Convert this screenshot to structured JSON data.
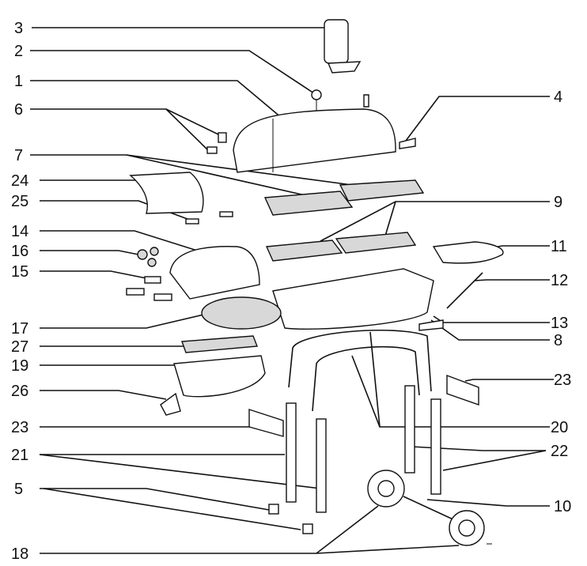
{
  "diagram": {
    "callouts": [
      {
        "id": "c3",
        "text": "3"
      },
      {
        "id": "c2",
        "text": "2"
      },
      {
        "id": "c1",
        "text": "1"
      },
      {
        "id": "c4",
        "text": "4"
      },
      {
        "id": "c6",
        "text": "6"
      },
      {
        "id": "c7",
        "text": "7"
      },
      {
        "id": "c24",
        "text": "24"
      },
      {
        "id": "c25",
        "text": "25"
      },
      {
        "id": "c9",
        "text": "9"
      },
      {
        "id": "c14",
        "text": "14"
      },
      {
        "id": "c16",
        "text": "16"
      },
      {
        "id": "c11",
        "text": "11"
      },
      {
        "id": "c15",
        "text": "15"
      },
      {
        "id": "c12",
        "text": "12"
      },
      {
        "id": "c13",
        "text": "13"
      },
      {
        "id": "c17",
        "text": "17"
      },
      {
        "id": "c8",
        "text": "8"
      },
      {
        "id": "c27",
        "text": "27"
      },
      {
        "id": "c19",
        "text": "19"
      },
      {
        "id": "c23a",
        "text": "23"
      },
      {
        "id": "c26",
        "text": "26"
      },
      {
        "id": "c20",
        "text": "20"
      },
      {
        "id": "c23b",
        "text": "23"
      },
      {
        "id": "c21",
        "text": "21"
      },
      {
        "id": "c22",
        "text": "22"
      },
      {
        "id": "c5",
        "text": "5"
      },
      {
        "id": "c10",
        "text": "10"
      },
      {
        "id": "c18",
        "text": "18"
      }
    ]
  }
}
